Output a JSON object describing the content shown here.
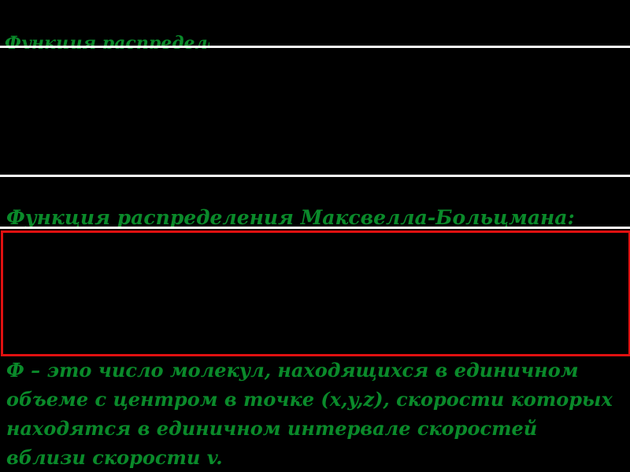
{
  "slide": {
    "top_heading": "Функция распределения",
    "subtitle": "Функция распределения Максвелла-Больцмана:",
    "description": "Ф – это число молекул, находящихся в единичном объеме с центром в точке (x,y,z), скорости которых находятся в единичном интервале скоростей вблизи скорости v."
  },
  "colors": {
    "background": "#000000",
    "text_green": "#0a8a2a",
    "rule_white": "#ffffff",
    "box_border_red": "#e01010"
  }
}
